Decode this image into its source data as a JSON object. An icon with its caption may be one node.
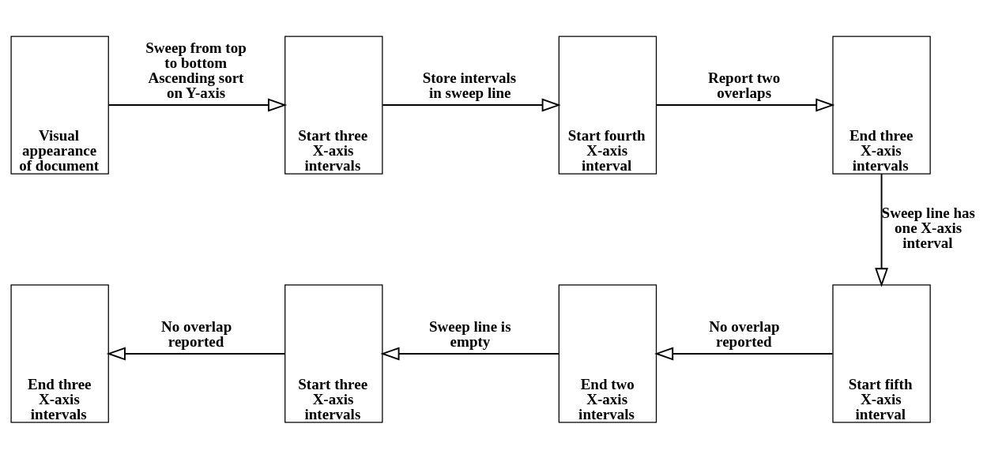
{
  "diagram": {
    "nodes": [
      {
        "text": [
          "Visual appearance of document"
        ]
      },
      {
        "text": [
          "Start three X-axis intervals"
        ]
      },
      {
        "text": [
          "Start fourth X-axis interval"
        ]
      },
      {
        "text": [
          "End three X-axis intervals"
        ]
      },
      {
        "text": [
          "End three X-axis intervals"
        ]
      },
      {
        "text": [
          "Start three X-axis intervals"
        ]
      },
      {
        "text": [
          "End two X-axis intervals"
        ]
      },
      {
        "text": [
          "Start fifth X-axis interval"
        ]
      }
    ],
    "edges": [
      {
        "from": 0,
        "to": 1,
        "arrow": "to",
        "label": "Sweep from top to bottom Ascending sort on Y-axis"
      },
      {
        "from": 1,
        "to": 2,
        "arrow": "to",
        "label": "Store intervals in sweep line"
      },
      {
        "from": 2,
        "to": 3,
        "arrow": "to",
        "label": "Report two overlaps"
      },
      {
        "from": 3,
        "to": 7,
        "arrow": "to",
        "label": "Sweep line has one X-axis interval"
      },
      {
        "from": 5,
        "to": 4,
        "arrow": "to",
        "label": "No overlap reported"
      },
      {
        "from": 6,
        "to": 5,
        "arrow": "to",
        "label": "Sweep line is empty"
      },
      {
        "from": 7,
        "to": 6,
        "arrow": "to",
        "label": "No overlap reported"
      }
    ]
  }
}
